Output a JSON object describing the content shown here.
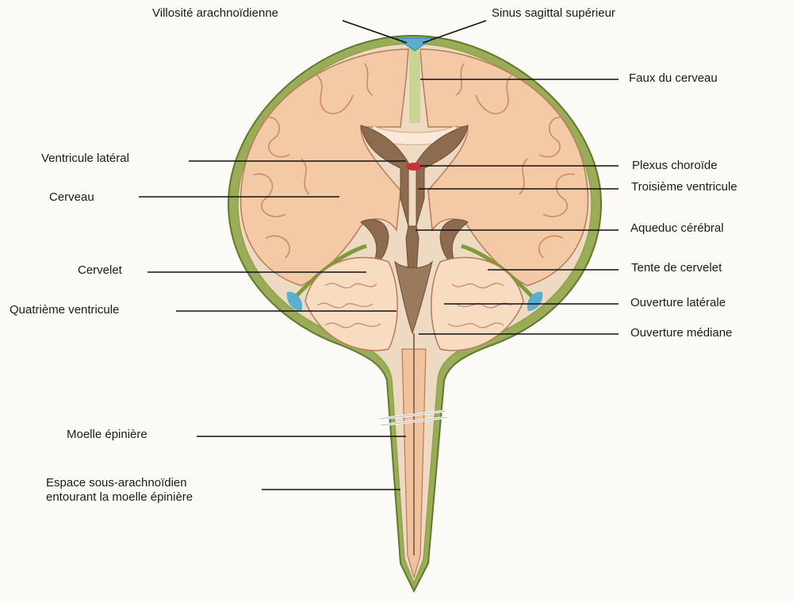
{
  "labels": {
    "villosite": "Villosité arachnoïdienne",
    "sinus": "Sinus sagittal supérieur",
    "faux": "Faux du cerveau",
    "ventricule_lateral": "Ventricule latéral",
    "plexus": "Plexus choroïde",
    "cerveau": "Cerveau",
    "troisieme": "Troisième ventricule",
    "aqueduc": "Aqueduc cérébral",
    "cervelet": "Cervelet",
    "tente": "Tente de cervelet",
    "quatrieme": "Quatrième ventricule",
    "ouverture_laterale": "Ouverture latérale",
    "ouverture_mediane": "Ouverture médiane",
    "moelle": "Moelle épinière",
    "espace_line1": "Espace sous-arachnoïdien",
    "espace_line2": "entourant la moelle épinière"
  },
  "colors": {
    "brain_tissue": "#f3c9a6",
    "white_matter": "#f7dcc2",
    "meninges": "#8ea34a",
    "ventricle": "#8c6b4e",
    "csf_blue": "#5aaed0",
    "plexus_red": "#c8323c"
  }
}
